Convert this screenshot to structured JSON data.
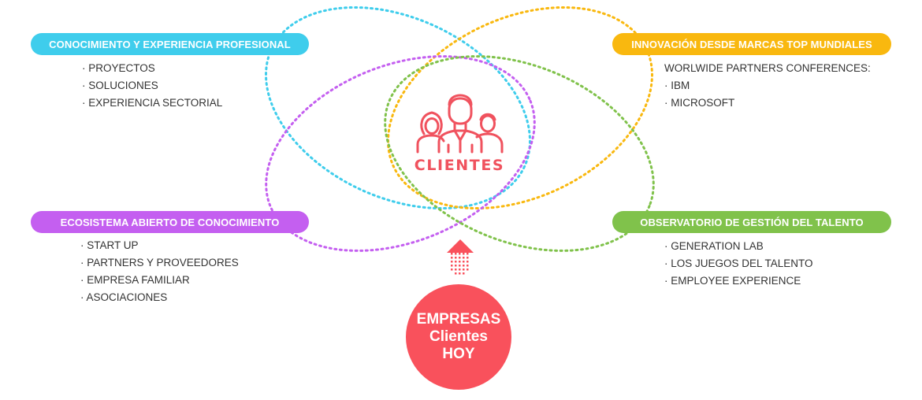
{
  "colors": {
    "blue": "#3fcdec",
    "yellow": "#f9b80f",
    "purple": "#c45ff0",
    "green": "#80c24b",
    "red": "#f9515c"
  },
  "center": {
    "icon": "people-group-icon",
    "label": "CLIENTES"
  },
  "top_left": {
    "title": "CONOCIMIENTO Y EXPERIENCIA PROFESIONAL",
    "items": [
      "· PROYECTOS",
      "· SOLUCIONES",
      "· EXPERIENCIA SECTORIAL"
    ]
  },
  "top_right": {
    "title": "INNOVACIÓN DESDE MARCAS TOP MUNDIALES",
    "intro": "WORLWIDE PARTNERS CONFERENCES:",
    "items": [
      "· IBM",
      "· MICROSOFT"
    ]
  },
  "bottom_left": {
    "title": "ECOSISTEMA ABIERTO DE CONOCIMIENTO",
    "items": [
      "· START UP",
      "· PARTNERS Y PROVEEDORES",
      "· EMPRESA FAMILIAR",
      "· ASOCIACIONES"
    ]
  },
  "bottom_right": {
    "title": "OBSERVATORIO DE GESTIÓN DEL TALENTO",
    "items": [
      "· GENERATION LAB",
      "· LOS JUEGOS DEL TALENTO",
      "· EMPLOYEE EXPERIENCE"
    ]
  },
  "bottom": {
    "arrow_icon": "arrow-up-icon",
    "lines": [
      "EMPRESAS",
      "Clientes",
      "HOY"
    ]
  }
}
